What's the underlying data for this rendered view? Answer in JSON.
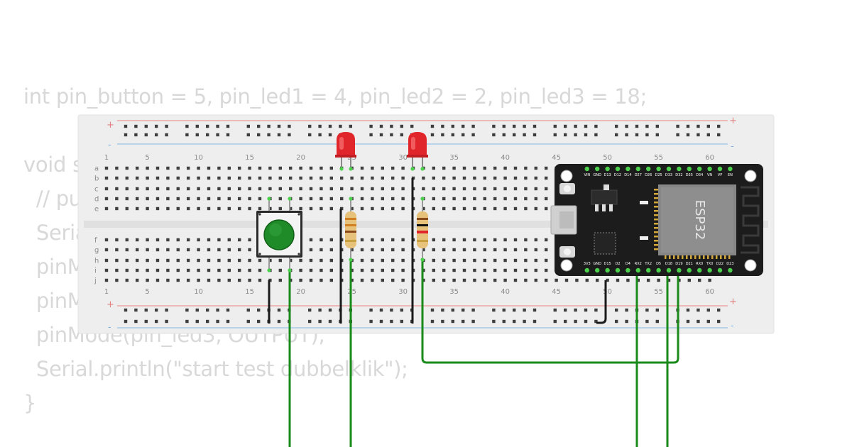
{
  "code": {
    "lines": [
      "int pin_button = 5, pin_led1 = 4, pin_led2 = 2, pin_led3 = 18;",
      "",
      "void setup() {",
      "  // put your setup code here, to run once:",
      "  Serial.begin(115200);",
      "  pinMode(pin_button, INPUT_PULLUP);",
      "  pinMode(pin_led1, OUTPUT);",
      "  pinMode(pin_led3, OUTPUT);",
      "  Serial.println(\"start test dubbelklik\");",
      "}"
    ]
  },
  "breadboard": {
    "rail_plus": "+",
    "rail_minus": "-",
    "row_letters_top": [
      "a",
      "b",
      "c",
      "d",
      "e"
    ],
    "row_letters_bottom": [
      "f",
      "g",
      "h",
      "i",
      "j"
    ],
    "column_numbers": [
      "1",
      "5",
      "10",
      "15",
      "20",
      "25",
      "30",
      "35",
      "40",
      "45",
      "50",
      "55",
      "60"
    ]
  },
  "esp32": {
    "chip_label": "ESP32",
    "top_pins": [
      "VIN",
      "GND",
      "D13",
      "D12",
      "D14",
      "D27",
      "D26",
      "D25",
      "D33",
      "D32",
      "D35",
      "D34",
      "VN",
      "VP",
      "EN"
    ],
    "bottom_pins": [
      "3V3",
      "GND",
      "D15",
      "D2",
      "D4",
      "RX2",
      "TX2",
      "D5",
      "D18",
      "D19",
      "D21",
      "RX0",
      "TX0",
      "D22",
      "D23"
    ]
  },
  "colors": {
    "wire": "#1a8a1a",
    "jumper_black": "#1a1a1a",
    "led_red": "#e0262b",
    "button_cap": "#1e8a28",
    "board_black": "#1c1c1c",
    "rail_red": "#e8a0a0",
    "rail_blue": "#a0c8e8",
    "code_text": "#d8d8d8"
  },
  "components": {
    "button_icon": "pushbutton-icon",
    "led_icon": "led-icon",
    "resistor_icon": "resistor-icon"
  }
}
